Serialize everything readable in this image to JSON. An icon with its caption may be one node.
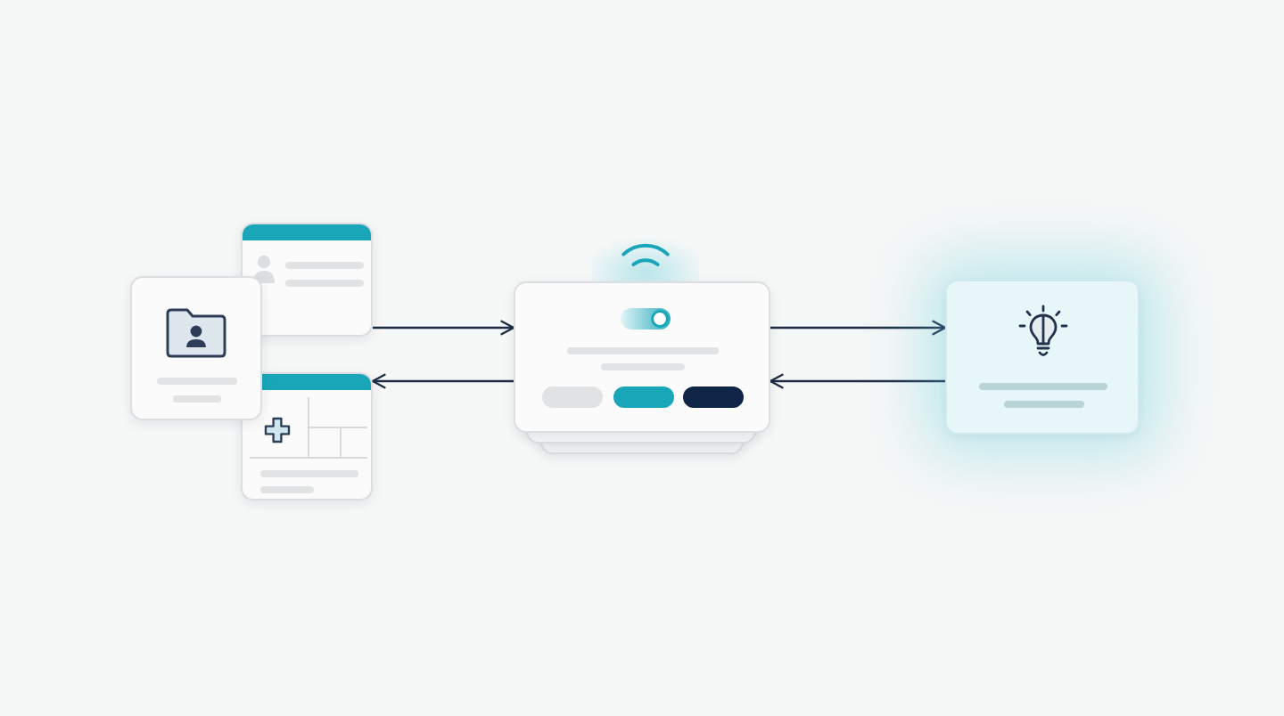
{
  "diagram": {
    "nodes": [
      {
        "text": [],
        "shape": "box"
      },
      {
        "text": [],
        "shape": "box"
      },
      {
        "text": [],
        "shape": "box"
      },
      {
        "text": [],
        "shape": "box"
      },
      {
        "text": [],
        "shape": "box"
      }
    ],
    "edges": [
      {
        "from": 1,
        "to": 3,
        "arrow": "to"
      },
      {
        "from": 3,
        "to": 2,
        "arrow": "to"
      },
      {
        "from": 3,
        "to": 4,
        "arrow": "to"
      },
      {
        "from": 4,
        "to": 3,
        "arrow": "to"
      }
    ]
  }
}
